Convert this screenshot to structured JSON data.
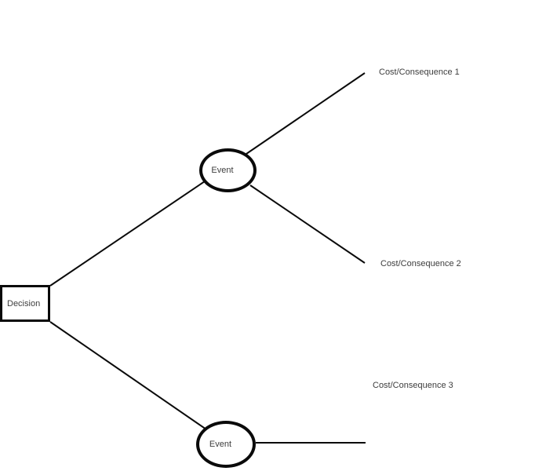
{
  "diagram": {
    "decision_node": {
      "label": "Decision",
      "shape": "rectangle"
    },
    "event_nodes": [
      {
        "label": "Event",
        "shape": "ellipse",
        "position": "top"
      },
      {
        "label": "Event",
        "shape": "ellipse",
        "position": "bottom"
      }
    ],
    "outcome_labels": [
      {
        "label": "Cost/Consequence 1"
      },
      {
        "label": "Cost/Consequence 2"
      },
      {
        "label": "Cost/Consequence 3"
      }
    ],
    "colors": {
      "stroke": "#0a0a0a",
      "text": "#3d3d3d",
      "background": "#ffffff"
    }
  }
}
